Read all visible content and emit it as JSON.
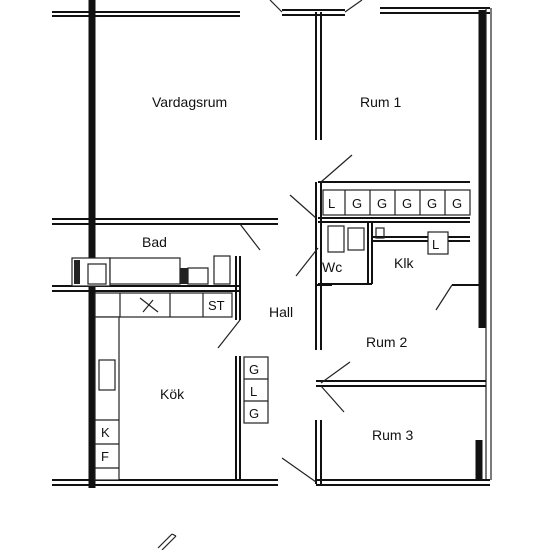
{
  "rooms": {
    "vardagsrum": "Vardagsrum",
    "rum1": "Rum 1",
    "bad": "Bad",
    "wc": "Wc",
    "klk": "Klk",
    "hall": "Hall",
    "rum2": "Rum 2",
    "kok": "Kök",
    "rum3": "Rum 3"
  },
  "fixtures": {
    "wardrobe_row": [
      "L",
      "G",
      "G",
      "G",
      "G",
      "G"
    ],
    "klk_unit": "L",
    "kitchen_counter": "ST",
    "kitchen_column": [
      "G",
      "L",
      "G"
    ],
    "kitchen_left": [
      "K",
      "F"
    ]
  }
}
